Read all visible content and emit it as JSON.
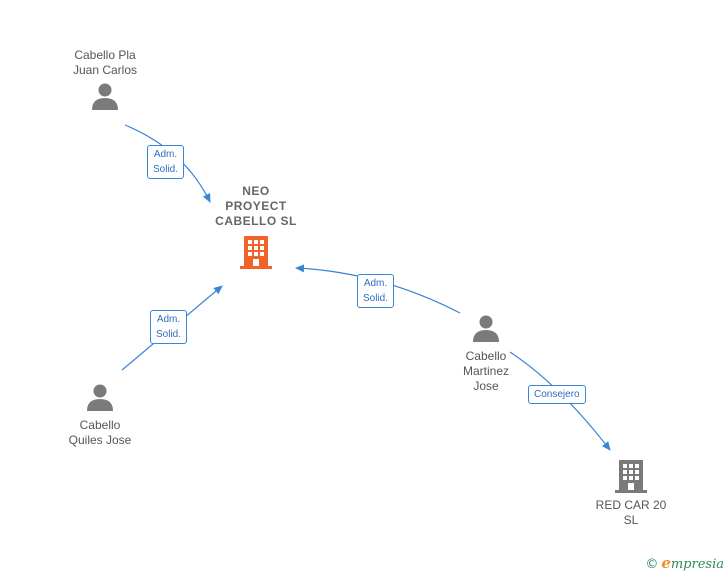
{
  "nodes": {
    "cabello_pla": {
      "label": "Cabello Pla\nJuan Carlos",
      "icon": "person-icon"
    },
    "neo_proyect": {
      "label": "NEO\nPROYECT\nCABELLO  SL",
      "icon": "building-icon"
    },
    "cabello_quiles": {
      "label": "Cabello\nQuiles Jose",
      "icon": "person-icon"
    },
    "cabello_martinez": {
      "label": "Cabello\nMartinez\nJose",
      "icon": "person-icon"
    },
    "red_car": {
      "label": "RED CAR 20\nSL",
      "icon": "building-icon"
    }
  },
  "edges": {
    "pla_to_neo": "Adm.\nSolid.",
    "quiles_to_neo": "Adm.\nSolid.",
    "martinez_to_neo": "Adm.\nSolid.",
    "martinez_to_redcar": "Consejero"
  },
  "colors": {
    "edge": "#3a86d6",
    "person": "#7a7a7a",
    "main_company": "#f0642a",
    "company": "#7a7a7a"
  },
  "footer": {
    "copyright": "©",
    "brand_initial": "e",
    "brand_rest": "mpresia"
  }
}
